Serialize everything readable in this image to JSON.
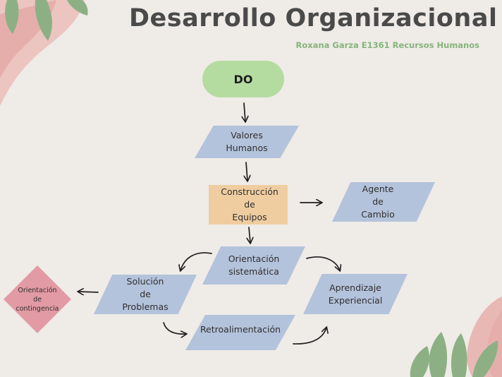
{
  "header": {
    "title": "Desarrollo Organizacional",
    "subtitle": "Roxana Garza E1361 Recursos Humanos"
  },
  "diagram": {
    "start": "DO",
    "valores": "Valores\nHumanos",
    "construccion": "Construcción\nde\nEquipos",
    "agente": "Agente\nde\nCambio",
    "orientacion_sistematica": "Orientación\nsistemática",
    "solucion": "Solución\nde\nProblemas",
    "aprendizaje": "Aprendizaje\nExperiencial",
    "retroalimentacion": "Retroalimentación",
    "orientacion_contingencia": "Orientación\nde\ncontingencia"
  },
  "colors": {
    "background": "#efebe7",
    "oval": "#b4dca0",
    "parallelogram": "#b4c3dc",
    "rectangle": "#f0cda0",
    "diamond": "#e29aa4",
    "leaf": "#8cb084",
    "pink_deco": "#e8b8b4"
  }
}
